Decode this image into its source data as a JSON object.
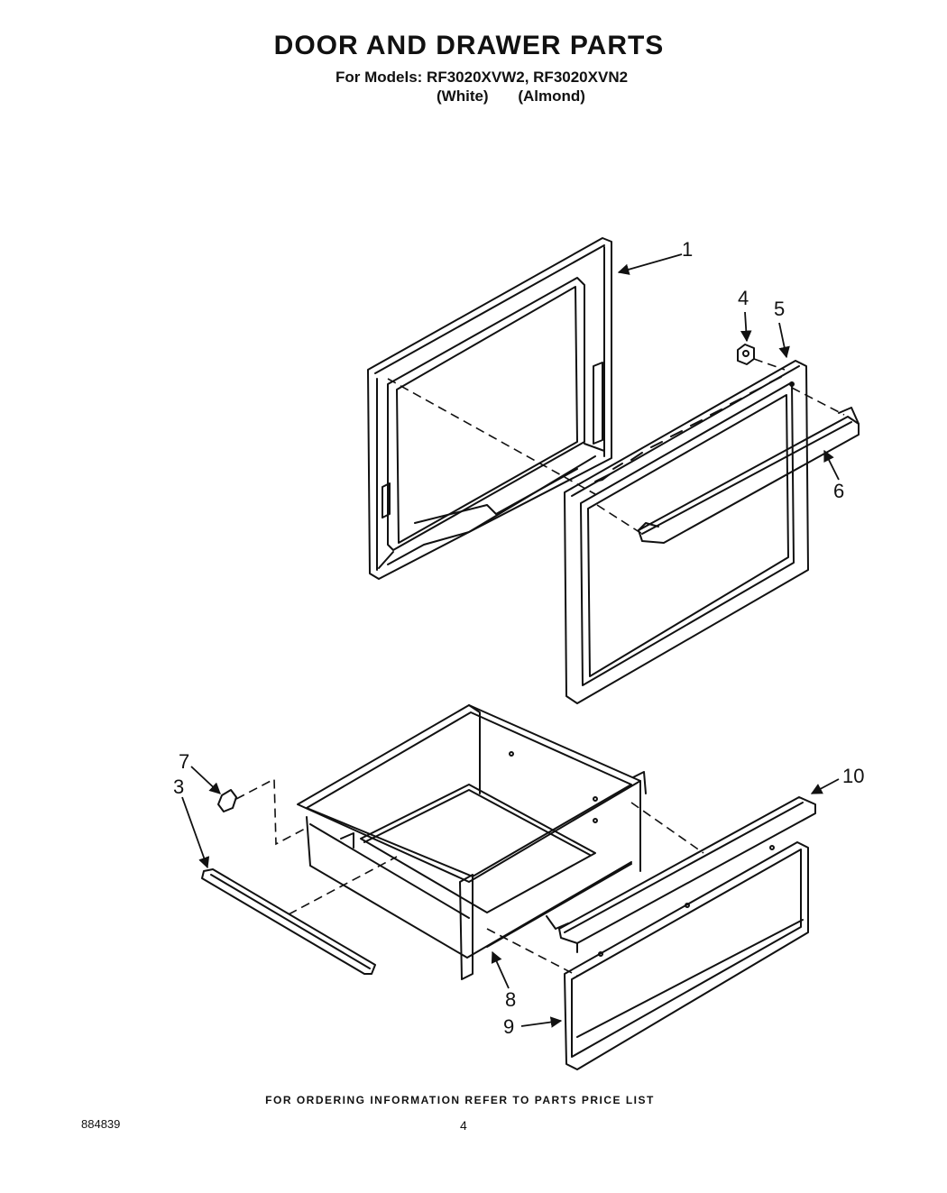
{
  "header": {
    "title": "DOOR AND DRAWER PARTS",
    "models": "For Models: RF3020XVW2, RF3020XVN2",
    "variant_white": "(White)",
    "variant_almond": "(Almond)"
  },
  "callouts": {
    "c1": "1",
    "c3": "3",
    "c4": "4",
    "c5": "5",
    "c6": "6",
    "c7": "7",
    "c8": "8",
    "c9": "9",
    "c10": "10"
  },
  "footer": {
    "note": "FOR ORDERING INFORMATION REFER TO PARTS PRICE LIST",
    "doc_number": "884839",
    "page_number": "4"
  }
}
